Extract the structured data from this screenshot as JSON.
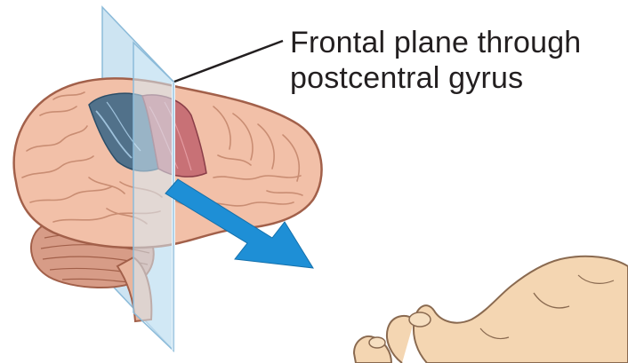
{
  "figure": {
    "caption_lines": [
      "Frontal plane through",
      "postcentral gyrus"
    ],
    "colors": {
      "brain_tissue": "#f2c0a8",
      "brain_outline": "#a2604a",
      "sulcus_lines": "#c98d73",
      "postcentral_gyrus_highlight": "#c46a72",
      "precentral_region_highlight": "#3f6886",
      "plane_fill": "#bcdbee",
      "plane_edge": "#8cbbd9",
      "arrow": "#1e8fd6",
      "cerebellum": "#d79c87",
      "hand_skin": "#f4d6b2",
      "hand_outline": "#8a6a50",
      "leader_line": "#231f20",
      "text": "#231f20"
    },
    "icons": [
      "brain-illustration",
      "frontal-plane-slab",
      "view-direction-arrow",
      "hand-illustration"
    ]
  }
}
